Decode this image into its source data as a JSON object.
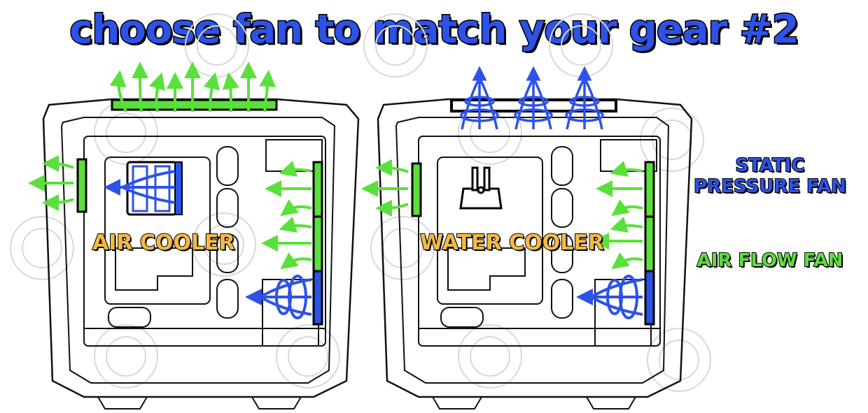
{
  "title": "choose fan to match your gear #2",
  "labels": {
    "air_cooler": "AIR COOLER",
    "water_cooler": "WATER COOLER"
  },
  "legend": {
    "static_line1": "STATIC",
    "static_line2": "PRESSURE FAN",
    "airflow": "AIR FLOW FAN"
  },
  "colors": {
    "static_pressure_fan": "#2d52e8",
    "air_flow_fan": "#5ae03a",
    "cooler_label": "#f5b945",
    "case_outline": "#111111"
  },
  "icons": {
    "watermark": "cb-logo-watermark",
    "airflow_arrow": "arrow-icon",
    "pump": "water-pump-icon"
  }
}
